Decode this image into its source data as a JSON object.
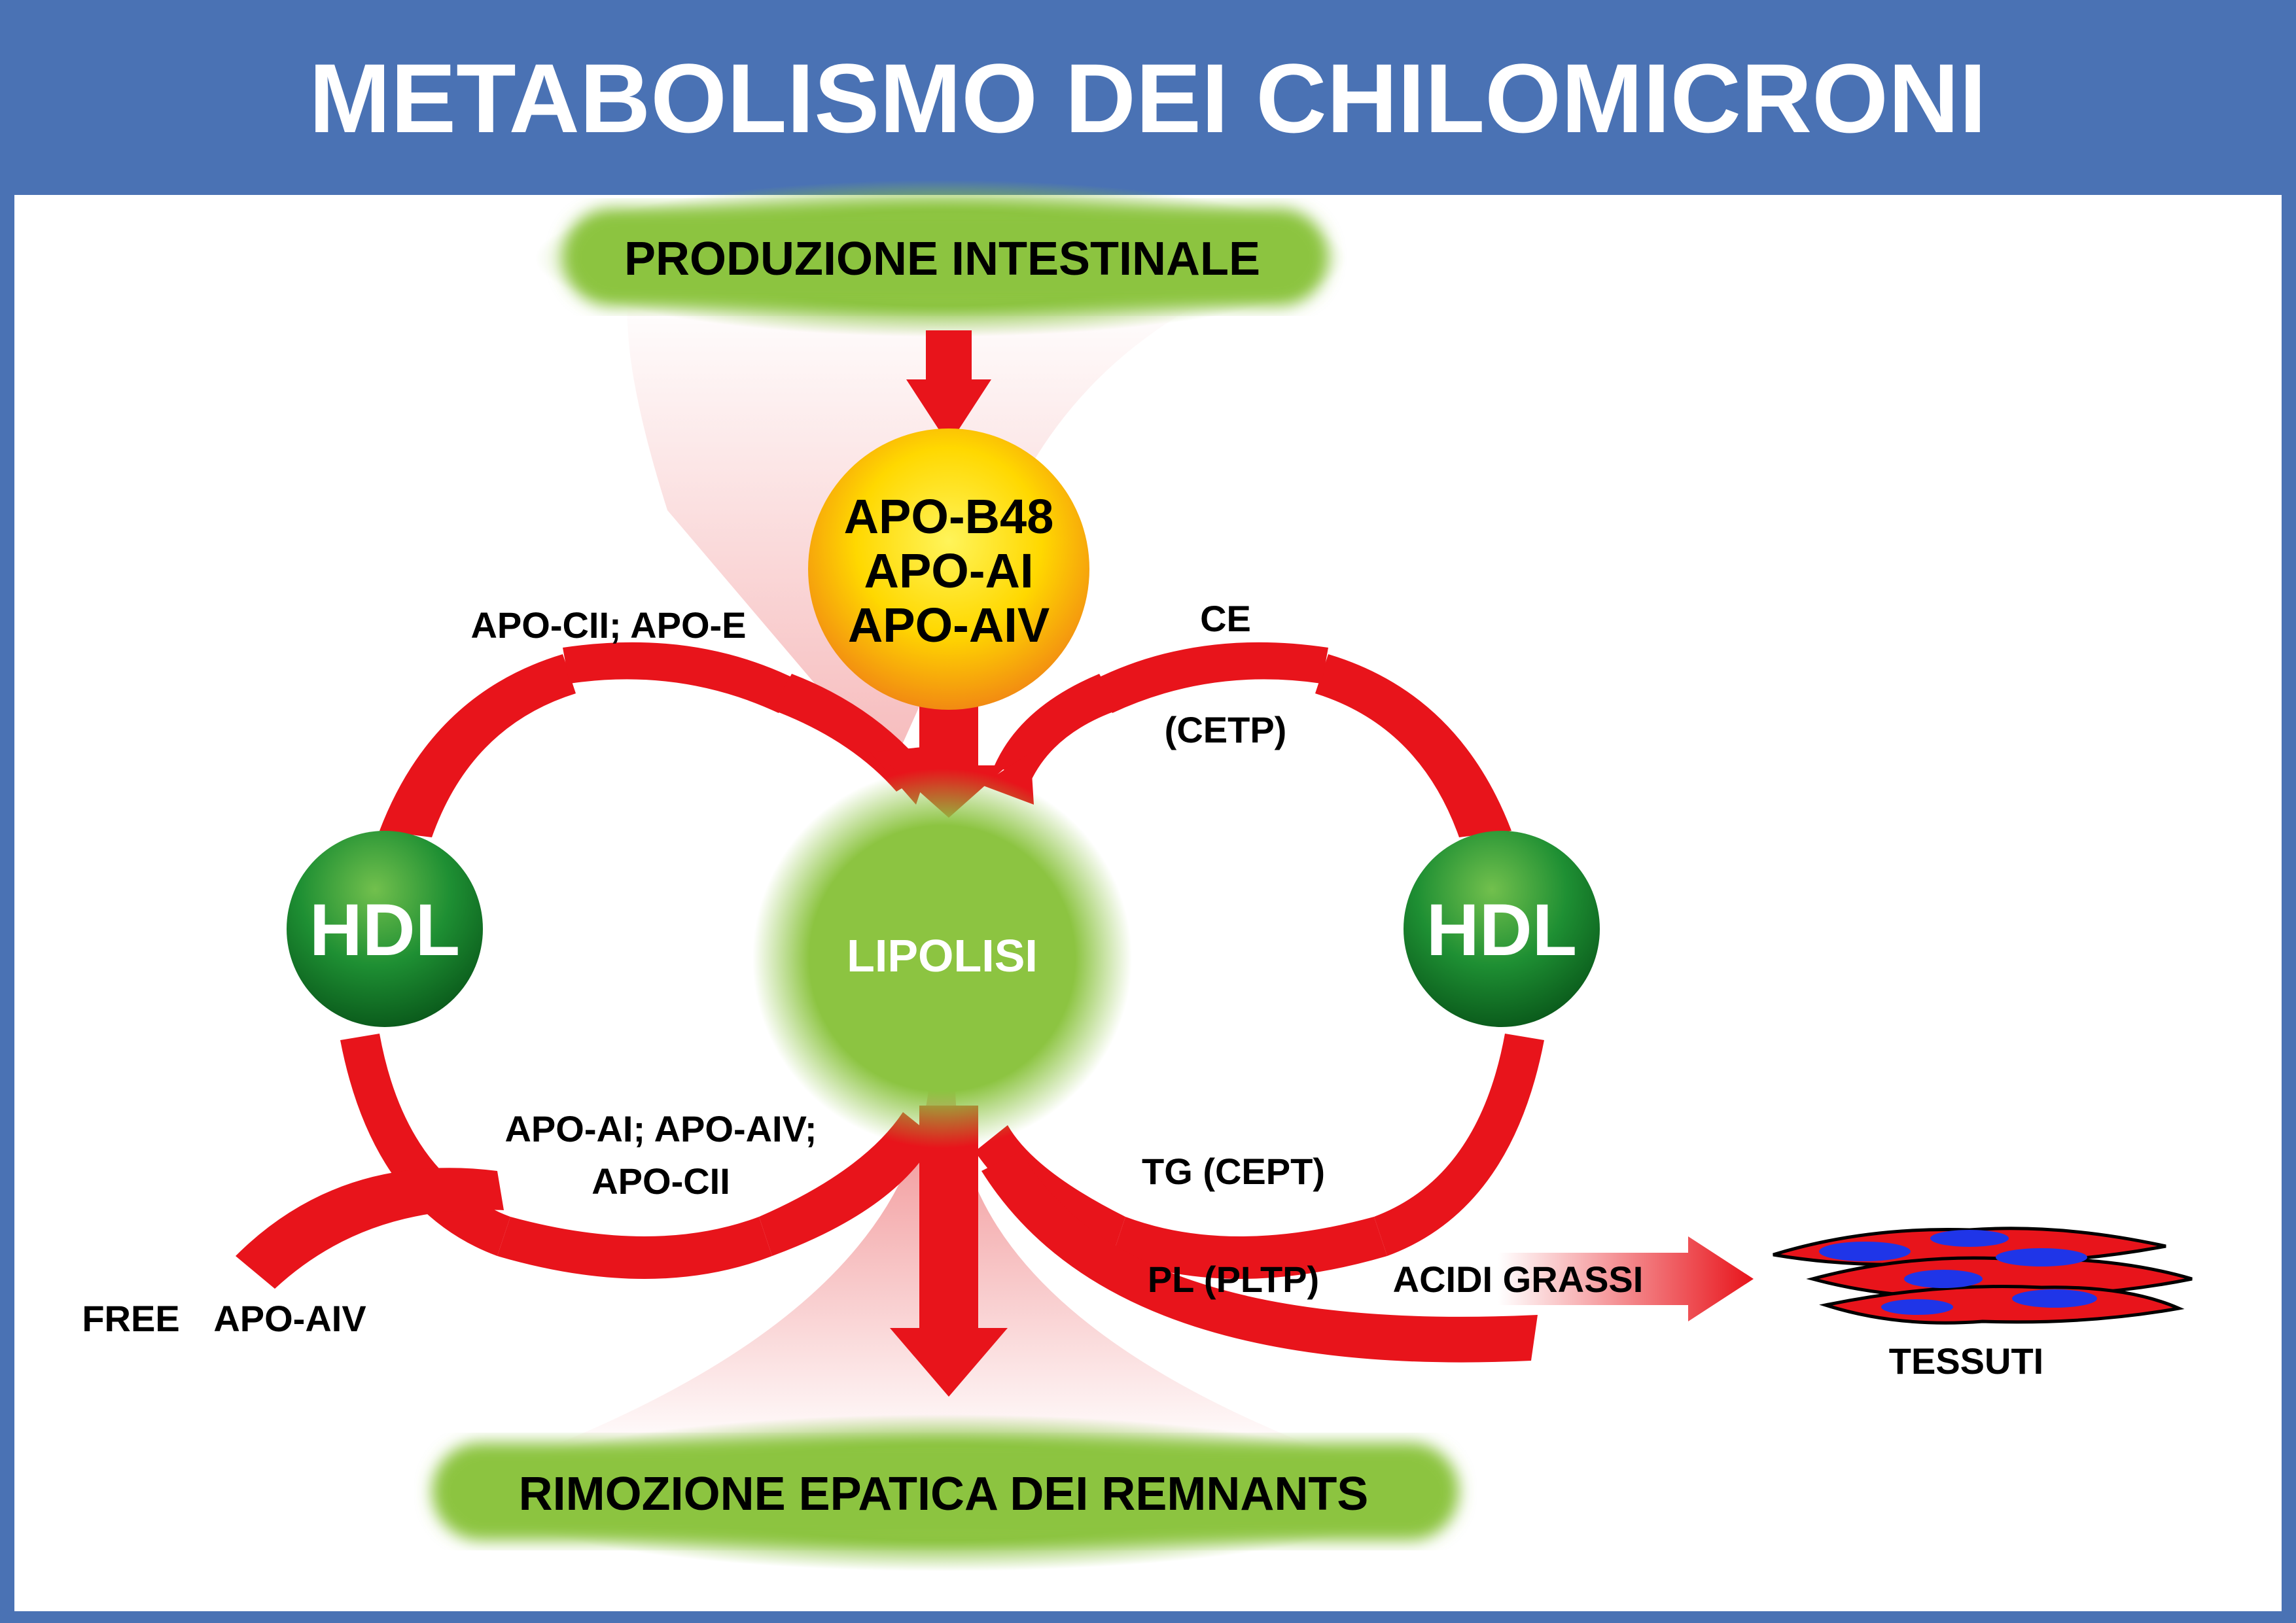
{
  "header": {
    "title": "METABOLISMO DEI CHILOMICRONI"
  },
  "nodes": {
    "top_box": "PRODUZIONE INTESTINALE",
    "bottom_box": "RIMOZIONE EPATICA DEI REMNANTS",
    "chylomicron": [
      "APO-B48",
      "APO-AI",
      "APO-AIV"
    ],
    "lipolysis": "LIPOLISI",
    "hdl_left": "HDL",
    "hdl_right": "HDL",
    "tissues": "TESSUTI"
  },
  "labels": {
    "upper_left": "APO-CII; APO-E",
    "upper_right_1": "CE",
    "upper_right_2": "(CETP)",
    "lower_left_1": "APO-AI; APO-AIV;",
    "lower_left_2": "APO-CII",
    "lower_right_1": "TG (CEPT)",
    "lower_right_2": "PL (PLTP)",
    "fatty_acids": "ACIDI GRASSI",
    "free": "FREE",
    "free_apo": "APO-AIV"
  },
  "colors": {
    "header_blue": "#4a72b4",
    "arrow_red": "#e8141b",
    "hdl_green": "#1f8a32",
    "box_green": "#8cc441",
    "yellow": "#ffe400",
    "orange": "#f7941d",
    "cell_blue": "#1f35e8"
  }
}
